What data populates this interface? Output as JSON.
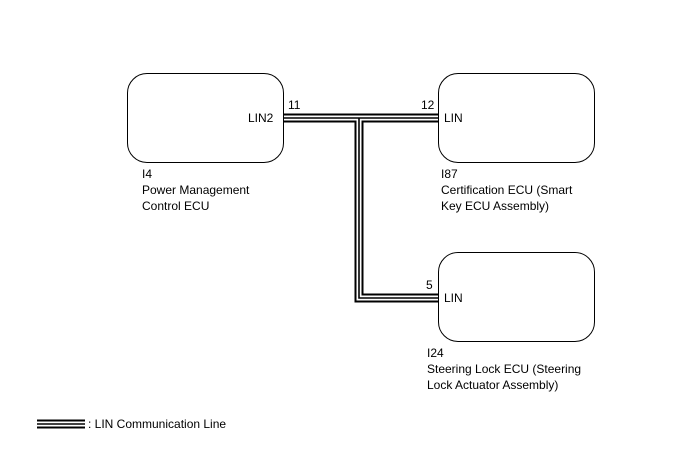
{
  "ecus": {
    "pmc": {
      "code": "I4",
      "name_line1": "Power Management",
      "name_line2": "Control ECU",
      "port_label": "LIN2",
      "pin": "11"
    },
    "cert": {
      "code": "I87",
      "name_line1": "Certification ECU (Smart",
      "name_line2": "Key ECU Assembly)",
      "port_label": "LIN",
      "pin": "12"
    },
    "steer": {
      "code": "I24",
      "name_line1": "Steering Lock ECU (Steering",
      "name_line2": "Lock Actuator Assembly)",
      "port_label": "LIN",
      "pin": "5"
    }
  },
  "legend": {
    "label": ": LIN Communication Line"
  }
}
